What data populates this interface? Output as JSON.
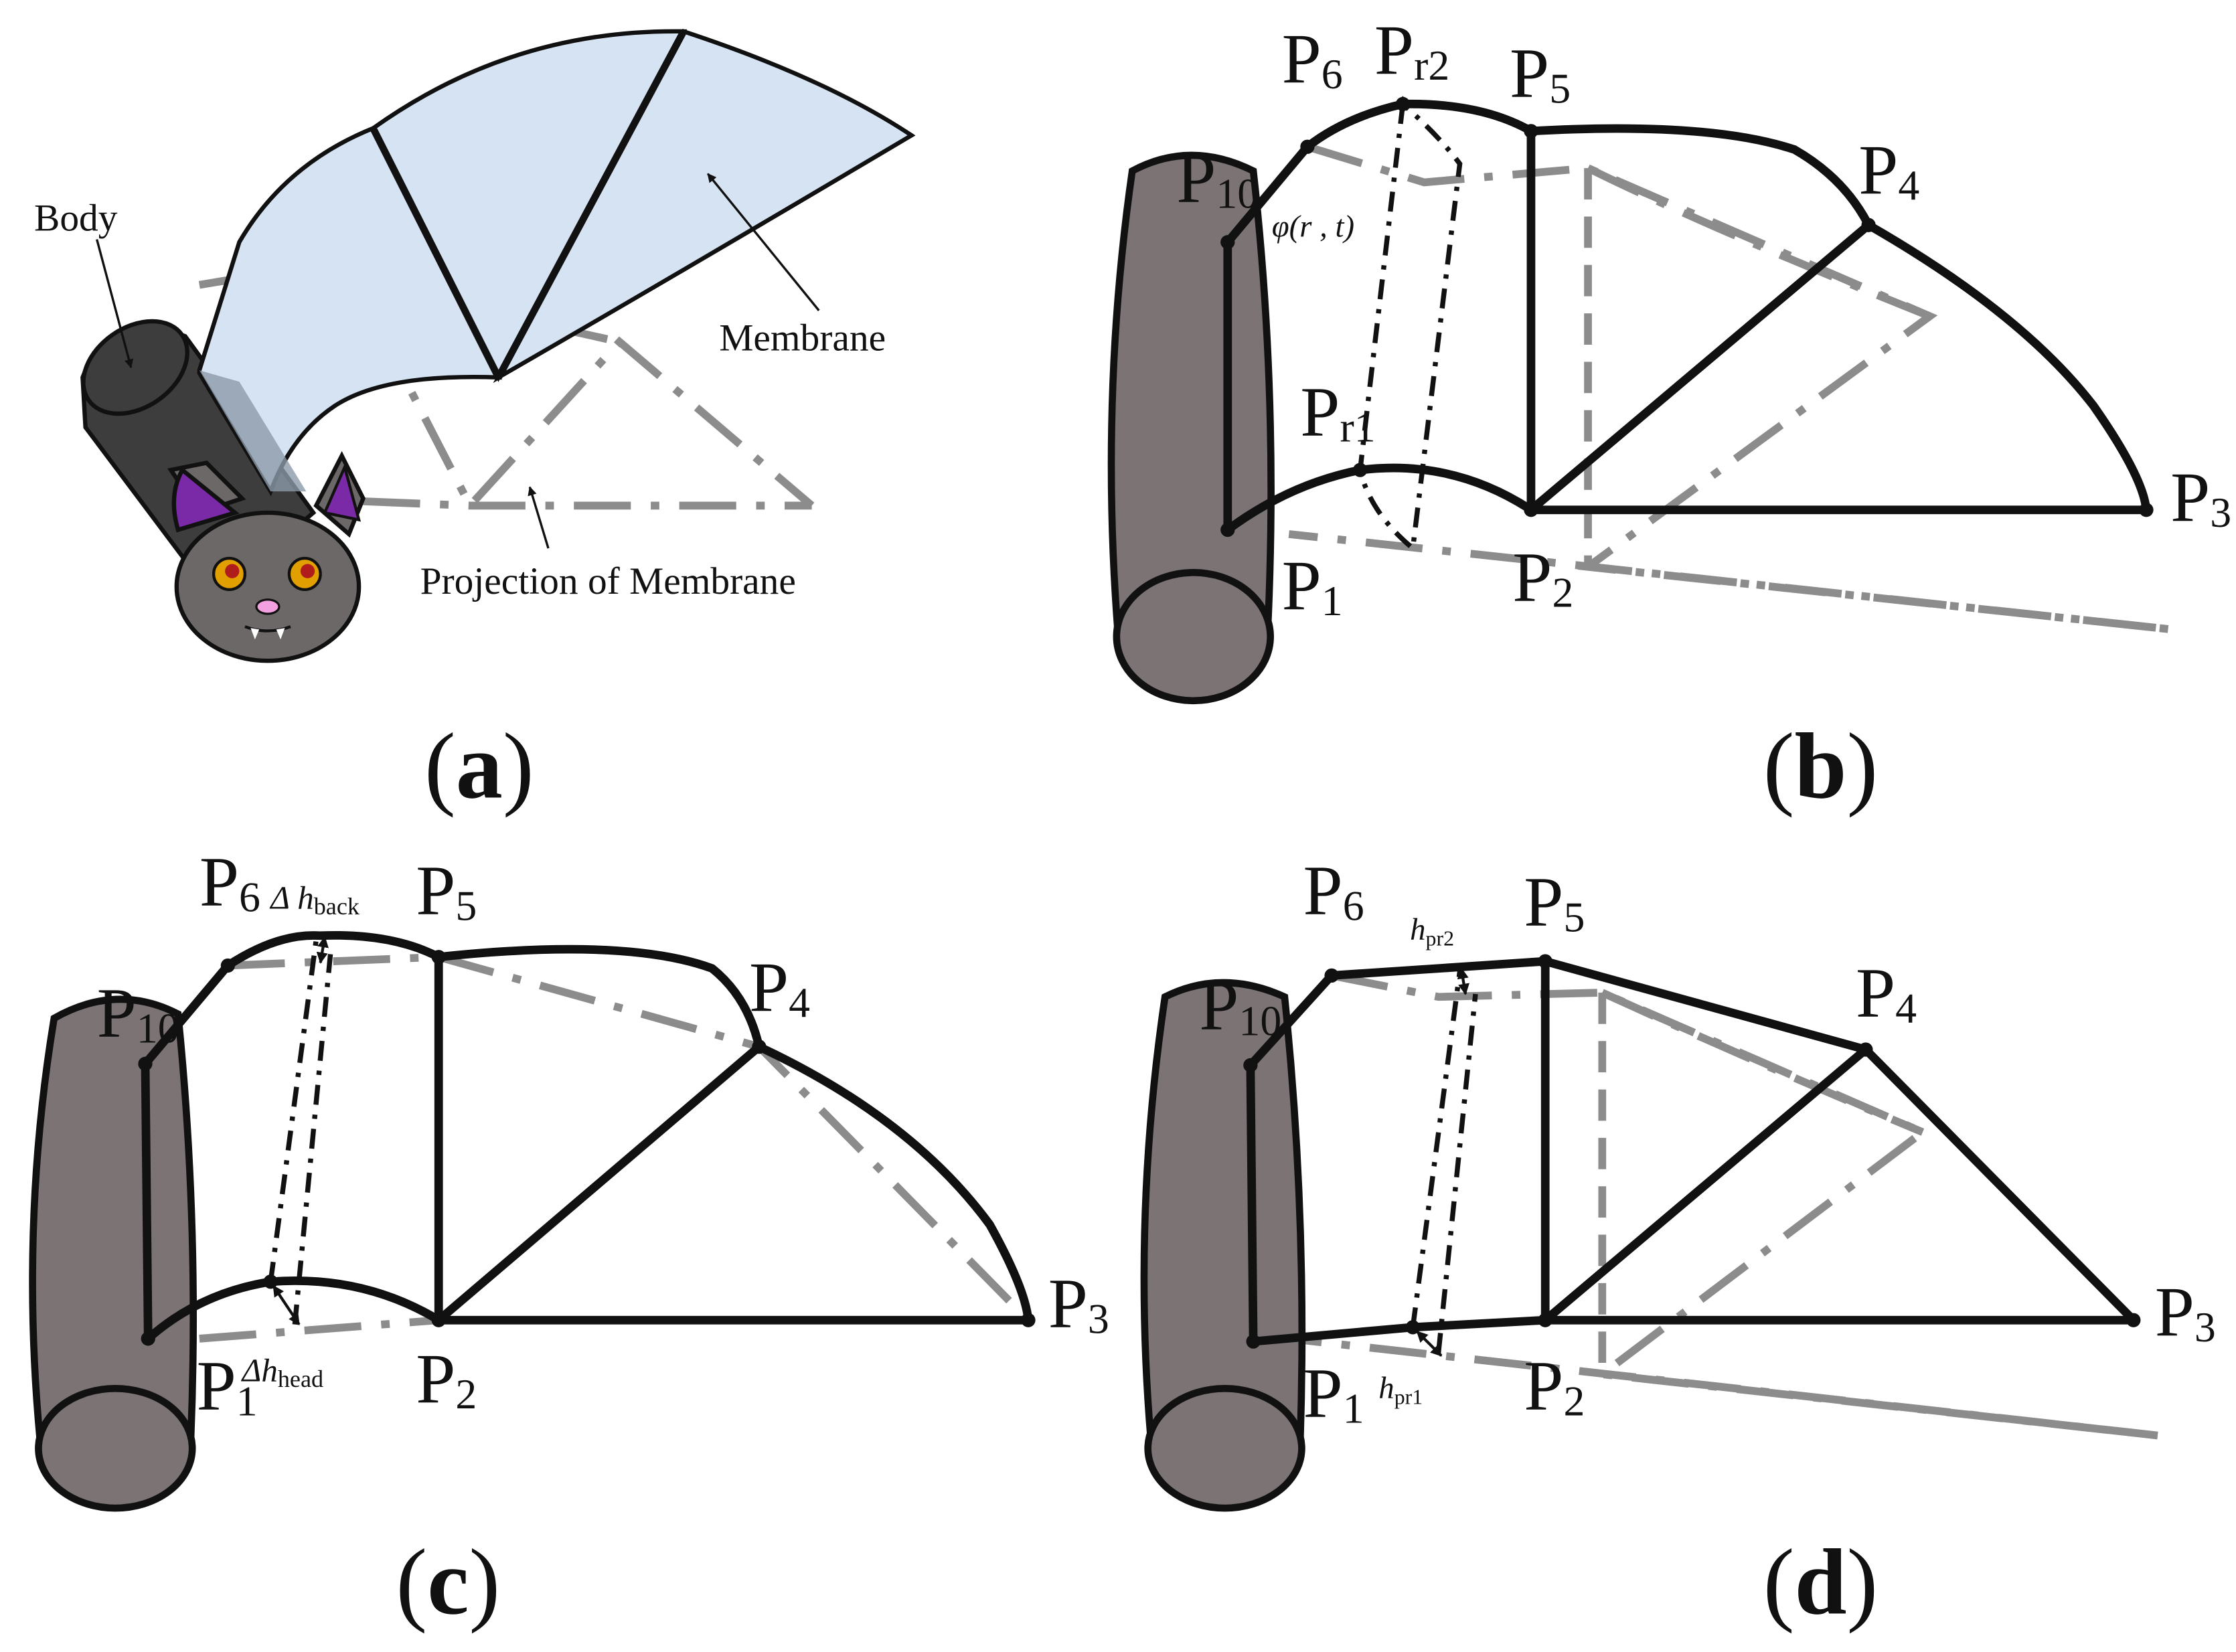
{
  "panel_a": {
    "caption_open": "(",
    "caption_letter": "a",
    "caption_close": ")",
    "label_body": "Body",
    "label_membrane": "Membrane",
    "label_projection": "Projection of Membrane",
    "colors": {
      "membrane": "#d6e3f3",
      "body": "#3c3c3c",
      "ear": "#7a2aa6",
      "eye": "#e2a000",
      "nose": "#f2a0e0"
    }
  },
  "panel_b": {
    "caption_open": "(",
    "caption_letter": "b",
    "caption_close": ")",
    "points": {
      "p1": "P",
      "p1_sub": "1",
      "p2": "P",
      "p2_sub": "2",
      "p3": "P",
      "p3_sub": "3",
      "p4": "P",
      "p4_sub": "4",
      "p5": "P",
      "p5_sub": "5",
      "p6": "P",
      "p6_sub": "6",
      "p10": "P",
      "p10_sub": "10",
      "pr1": "P",
      "pr1_sub": "r1",
      "pr2": "P",
      "pr2_sub": "r2"
    },
    "phi_label": "φ(r , t)"
  },
  "panel_c": {
    "caption_open": "(",
    "caption_letter": "c",
    "caption_close": ")",
    "points": {
      "p1": "P",
      "p1_sub": "1",
      "p2": "P",
      "p2_sub": "2",
      "p3": "P",
      "p3_sub": "3",
      "p4": "P",
      "p4_sub": "4",
      "p5": "P",
      "p5_sub": "5",
      "p6": "P",
      "p6_sub": "6",
      "p10": "P",
      "p10_sub": "10"
    },
    "dh_back": "Δ h",
    "dh_back_sub": "back",
    "dh_head": "Δh",
    "dh_head_sub": "head"
  },
  "panel_d": {
    "caption_open": "(",
    "caption_letter": "d",
    "caption_close": ")",
    "points": {
      "p1": "P",
      "p1_sub": "1",
      "p2": "P",
      "p2_sub": "2",
      "p3": "P",
      "p3_sub": "3",
      "p4": "P",
      "p4_sub": "4",
      "p5": "P",
      "p5_sub": "5",
      "p6": "P",
      "p6_sub": "6",
      "p10": "P",
      "p10_sub": "10"
    },
    "h_pr2": "h",
    "h_pr2_sub": "pr2",
    "h_pr1": "h",
    "h_pr1_sub": "pr1"
  }
}
